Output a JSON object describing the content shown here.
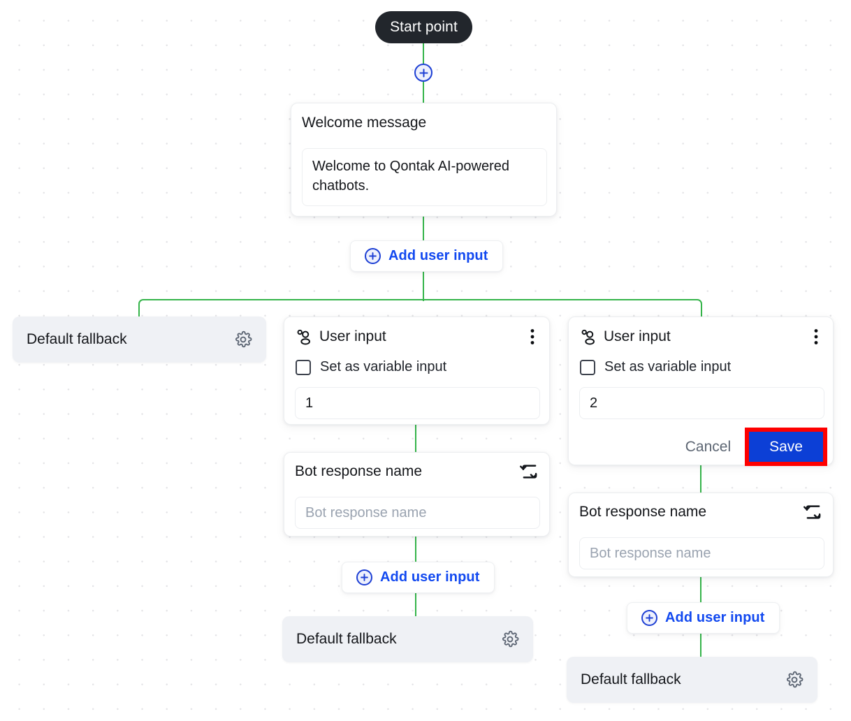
{
  "canvas": {
    "background_color": "#ffffff",
    "grid_dot_color": "#e3e3e6",
    "connector_color": "#35b44a",
    "accent_blue": "#1249f0",
    "highlight_red": "#fe0000",
    "save_blue": "#0c3fd6"
  },
  "start_node": {
    "label": "Start point"
  },
  "welcome_node": {
    "title": "Welcome message",
    "message": "Welcome to Qontak AI-powered chatbots."
  },
  "add_user_input_top": {
    "label": "Add user input",
    "icon": "plus-circle-icon"
  },
  "fallback_left": {
    "label": "Default fallback",
    "icon": "gear-icon"
  },
  "branch_middle": {
    "user_input": {
      "title": "User input",
      "icon": "people-icon",
      "menu_icon": "kebab-menu-icon",
      "checkbox_label": "Set as variable input",
      "checkbox_checked": false,
      "value": "1"
    },
    "bot_response": {
      "title": "Bot response name",
      "icon": "swap-arrows-icon",
      "placeholder": "Bot response name",
      "value": ""
    },
    "add_user_input": {
      "label": "Add user input",
      "icon": "plus-circle-icon"
    },
    "fallback": {
      "label": "Default fallback",
      "icon": "gear-icon"
    }
  },
  "branch_right": {
    "user_input": {
      "title": "User input",
      "icon": "people-icon",
      "menu_icon": "kebab-menu-icon",
      "checkbox_label": "Set as variable input",
      "checkbox_checked": false,
      "value": "2",
      "cancel_label": "Cancel",
      "save_label": "Save",
      "save_highlighted": true
    },
    "bot_response": {
      "title": "Bot response name",
      "icon": "swap-arrows-icon",
      "placeholder": "Bot response name",
      "value": ""
    },
    "add_user_input": {
      "label": "Add user input",
      "icon": "plus-circle-icon"
    },
    "fallback": {
      "label": "Default fallback",
      "icon": "gear-icon"
    }
  }
}
